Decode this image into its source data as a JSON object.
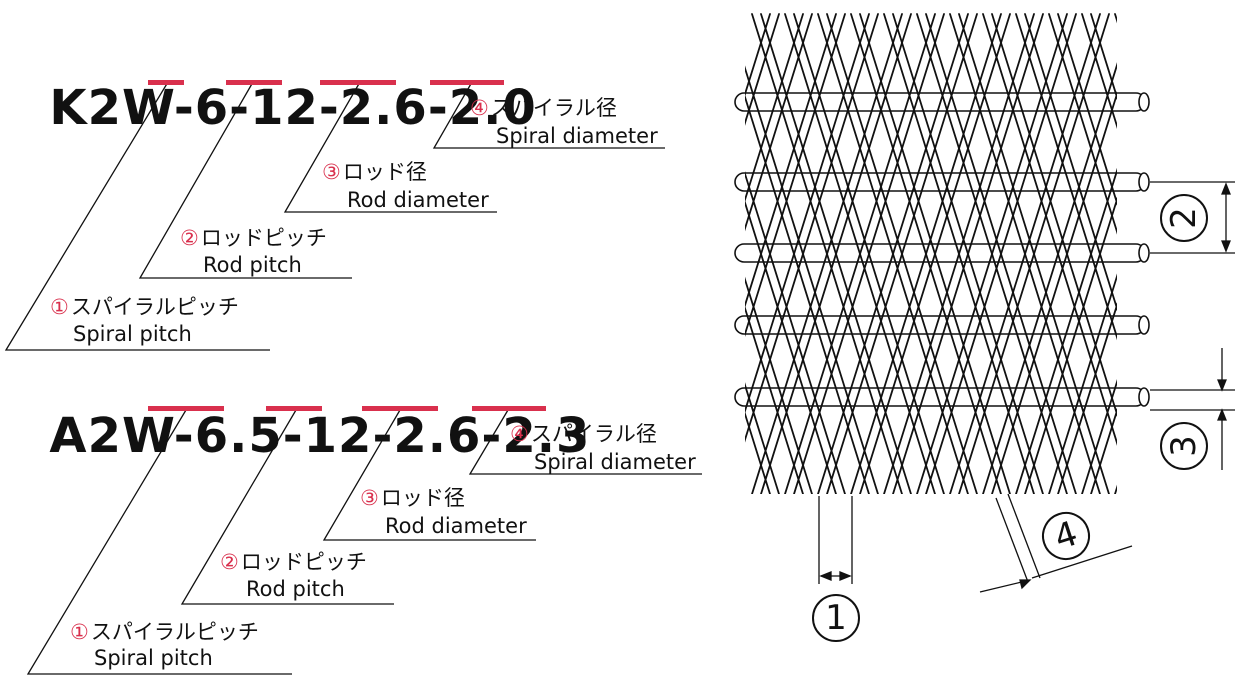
{
  "codes": [
    {
      "prefix": "K2W",
      "sep": "-",
      "spiral_pitch": "6",
      "rod_pitch": "12",
      "rod_diameter": "2.6",
      "spiral_diameter": "2.0"
    },
    {
      "prefix": "A2W",
      "sep": "-",
      "spiral_pitch": "6.5",
      "rod_pitch": "12",
      "rod_diameter": "2.6",
      "spiral_diameter": "2.3"
    }
  ],
  "labels": {
    "spiral_diameter": {
      "num": "④",
      "jp": "スパイラル径",
      "en": "Spiral diameter"
    },
    "rod_diameter": {
      "num": "③",
      "jp": "ロッド径",
      "en": "Rod diameter"
    },
    "rod_pitch": {
      "num": "②",
      "jp": "ロッドピッチ",
      "en": "Rod pitch"
    },
    "spiral_pitch": {
      "num": "①",
      "jp": "スパイラルピッチ",
      "en": "Spiral pitch"
    }
  },
  "callouts": [
    "1",
    "2",
    "3",
    "4"
  ],
  "colors": {
    "accent": "#d9304d",
    "ink": "#111111"
  }
}
